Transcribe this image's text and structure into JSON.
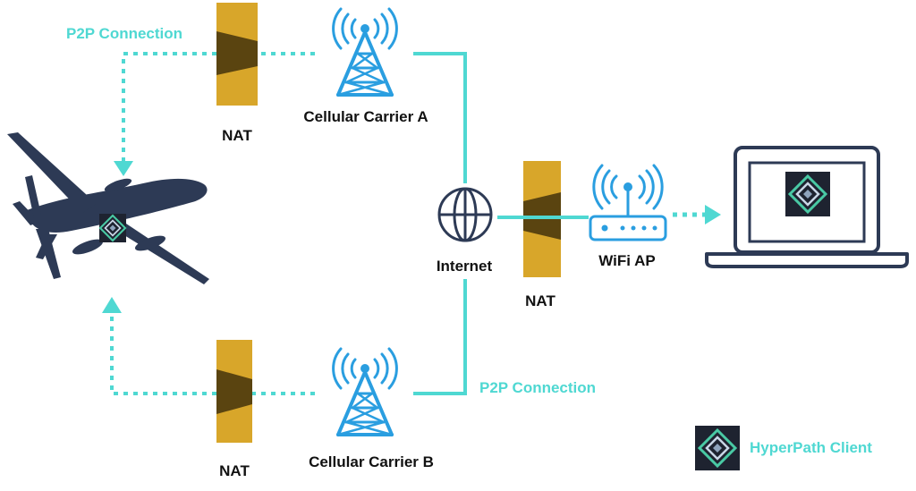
{
  "colors": {
    "connection": "#4fd8d2",
    "nat": "#d8a62a",
    "nat_dark": "#5a4410",
    "tower": "#2a9ee0",
    "dark": "#2d3a55",
    "client_bg": "#1e2330",
    "client_green": "#49c9a4"
  },
  "labels": {
    "p2p_top": "P2P Connection",
    "p2p_bottom": "P2P Connection",
    "nat_top": "NAT",
    "nat_bottom": "NAT",
    "nat_middle": "NAT",
    "carrier_a": "Cellular Carrier A",
    "carrier_b": "Cellular Carrier B",
    "internet": "Internet",
    "wifi_ap": "WiFi AP",
    "legend": "HyperPath Client"
  },
  "icons": {
    "aircraft": "drone-aircraft-icon",
    "tower": "cell-tower-icon",
    "globe": "globe-icon",
    "router": "wifi-router-icon",
    "laptop": "laptop-icon",
    "client": "hyperpath-client-icon"
  }
}
